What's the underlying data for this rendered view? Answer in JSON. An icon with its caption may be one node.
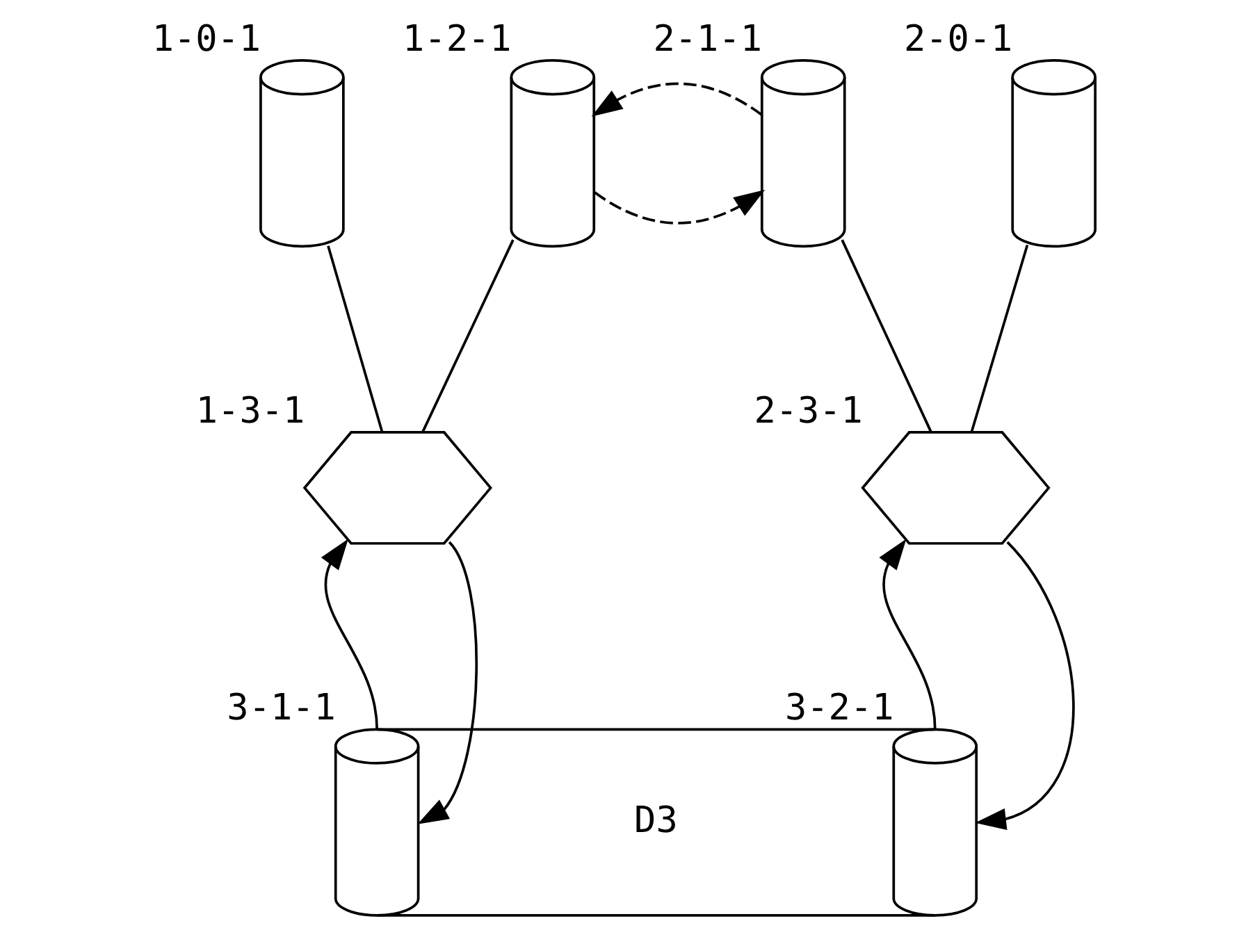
{
  "diagram": {
    "nodes": [
      {
        "text": [],
        "shape": "cylinder",
        "beside": [
          "1-0-1"
        ]
      },
      {
        "text": [],
        "shape": "cylinder",
        "beside": [
          "1-2-1"
        ]
      },
      {
        "text": [],
        "shape": "cylinder",
        "beside": [
          "2-1-1"
        ]
      },
      {
        "text": [],
        "shape": "cylinder",
        "beside": [
          "2-0-1"
        ]
      },
      {
        "text": [],
        "shape": "hexagon",
        "beside": [
          "1-3-1"
        ]
      },
      {
        "text": [],
        "shape": "hexagon",
        "beside": [
          "2-3-1"
        ]
      },
      {
        "text": [],
        "shape": "cylinder",
        "beside": [
          "3-1-1"
        ]
      },
      {
        "text": [],
        "shape": "cylinder",
        "beside": [
          "3-2-1"
        ]
      }
    ],
    "edges": [
      {
        "from": 1,
        "to": 2,
        "arrow": "to",
        "style": "dashed"
      },
      {
        "from": 2,
        "to": 1,
        "arrow": "to",
        "style": "dashed"
      },
      {
        "from": 0,
        "to": 4,
        "arrow": "none"
      },
      {
        "from": 4,
        "to": 1,
        "arrow": "none"
      },
      {
        "from": 2,
        "to": 5,
        "arrow": "none"
      },
      {
        "from": 5,
        "to": 3,
        "arrow": "none"
      },
      {
        "from": 6,
        "to": 4,
        "arrow": "to"
      },
      {
        "from": 4,
        "to": 6,
        "arrow": "to"
      },
      {
        "from": 7,
        "to": 5,
        "arrow": "to"
      },
      {
        "from": 5,
        "to": 7,
        "arrow": "to"
      },
      {
        "from": 6,
        "to": 7,
        "arrow": "none"
      },
      {
        "from": 6,
        "to": 7,
        "arrow": "none"
      }
    ],
    "labels": [
      "D3"
    ]
  }
}
